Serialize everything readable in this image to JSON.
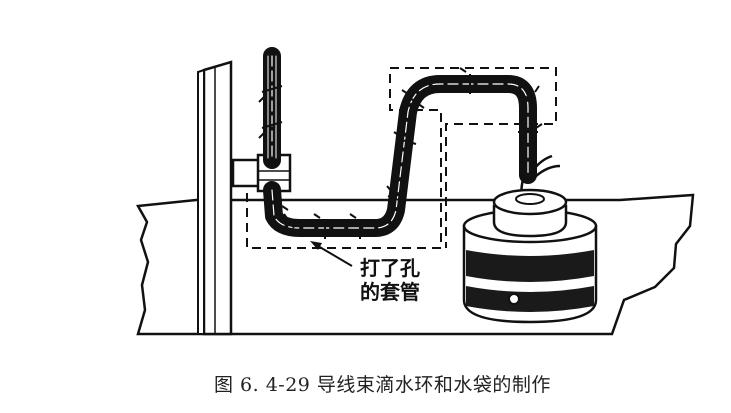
{
  "figure": {
    "callout_line1": "打了孔",
    "callout_line2": "的套管",
    "caption": "图 6. 4-29 导线束滴水环和水袋的制作"
  }
}
